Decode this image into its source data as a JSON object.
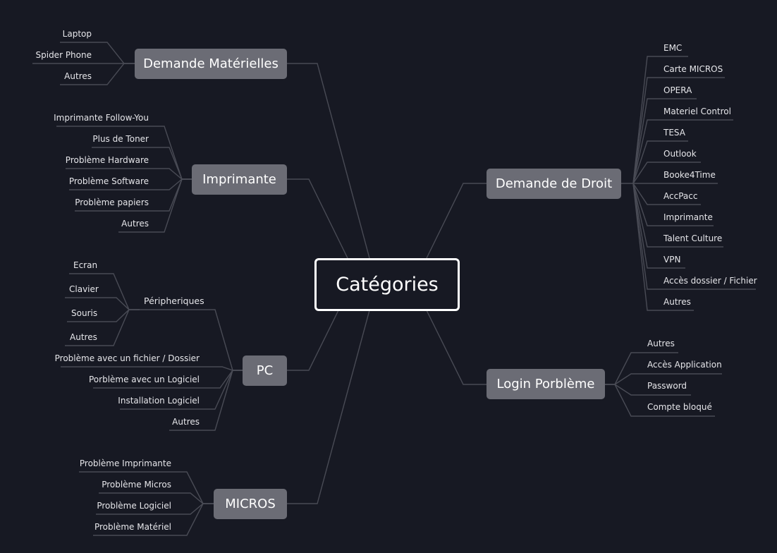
{
  "root": {
    "label": "Catégories"
  },
  "branches": {
    "materiel": {
      "label": "Demande Matérielles",
      "items": [
        "Laptop",
        "Spider Phone",
        "Autres"
      ]
    },
    "imprimante": {
      "label": "Imprimante",
      "items": [
        "Imprimante Follow-You",
        "Plus de Toner",
        "Problème Hardware",
        "Problème Software",
        "Problème papiers",
        "Autres"
      ]
    },
    "pc": {
      "label": "PC",
      "peripheriques": {
        "label": "Péripheriques",
        "items": [
          "Ecran",
          "Clavier",
          "Souris",
          "Autres"
        ]
      },
      "items": [
        "Problème avec un fichier / Dossier",
        "Porblème avec un Logiciel",
        "Installation Logiciel",
        "Autres"
      ]
    },
    "micros": {
      "label": "MICROS",
      "items": [
        "Problème Imprimante",
        "Problème Micros",
        "Problème Logiciel",
        "Problème Matériel"
      ]
    },
    "droit": {
      "label": "Demande de Droit",
      "items": [
        "EMC",
        "Carte MICROS",
        "OPERA",
        "Materiel Control",
        "TESA",
        "Outlook",
        "Booke4Time",
        "AccPacc",
        "Imprimante",
        "Talent Culture",
        "VPN",
        "Accès dossier / Fichier",
        "Autres"
      ]
    },
    "login": {
      "label": "Login Porblème",
      "items": [
        "Autres",
        "Accès Application",
        "Password",
        "Compte bloqué"
      ]
    }
  }
}
